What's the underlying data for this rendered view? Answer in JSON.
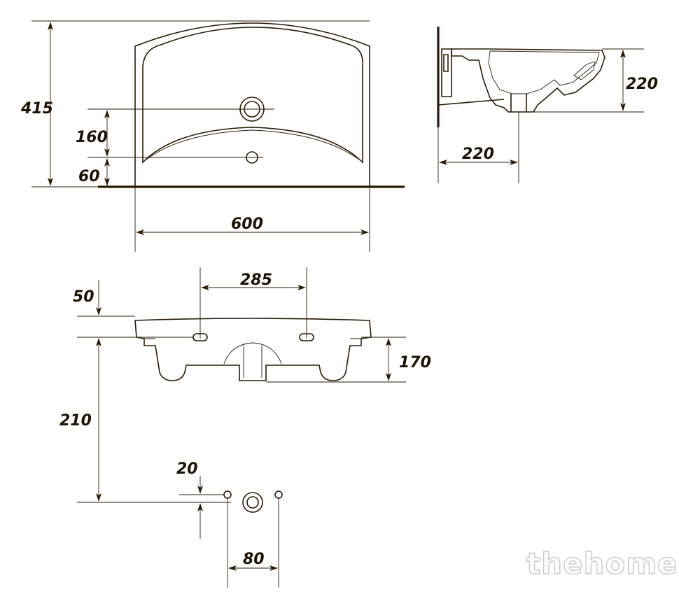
{
  "dimensions": {
    "height_415": "415",
    "drain_160": "160",
    "base_60": "60",
    "width_600": "600",
    "side_depth_220": "220",
    "side_width_220": "220",
    "holes_285": "285",
    "offset_50": "50",
    "bottom_170": "170",
    "drop_210": "210",
    "small_20": "20",
    "spacing_80": "80"
  },
  "watermark": "thehome",
  "colors": {
    "ink": "#2a1a05",
    "background": "#ffffff",
    "watermark_stroke": "#c9c9c9"
  }
}
